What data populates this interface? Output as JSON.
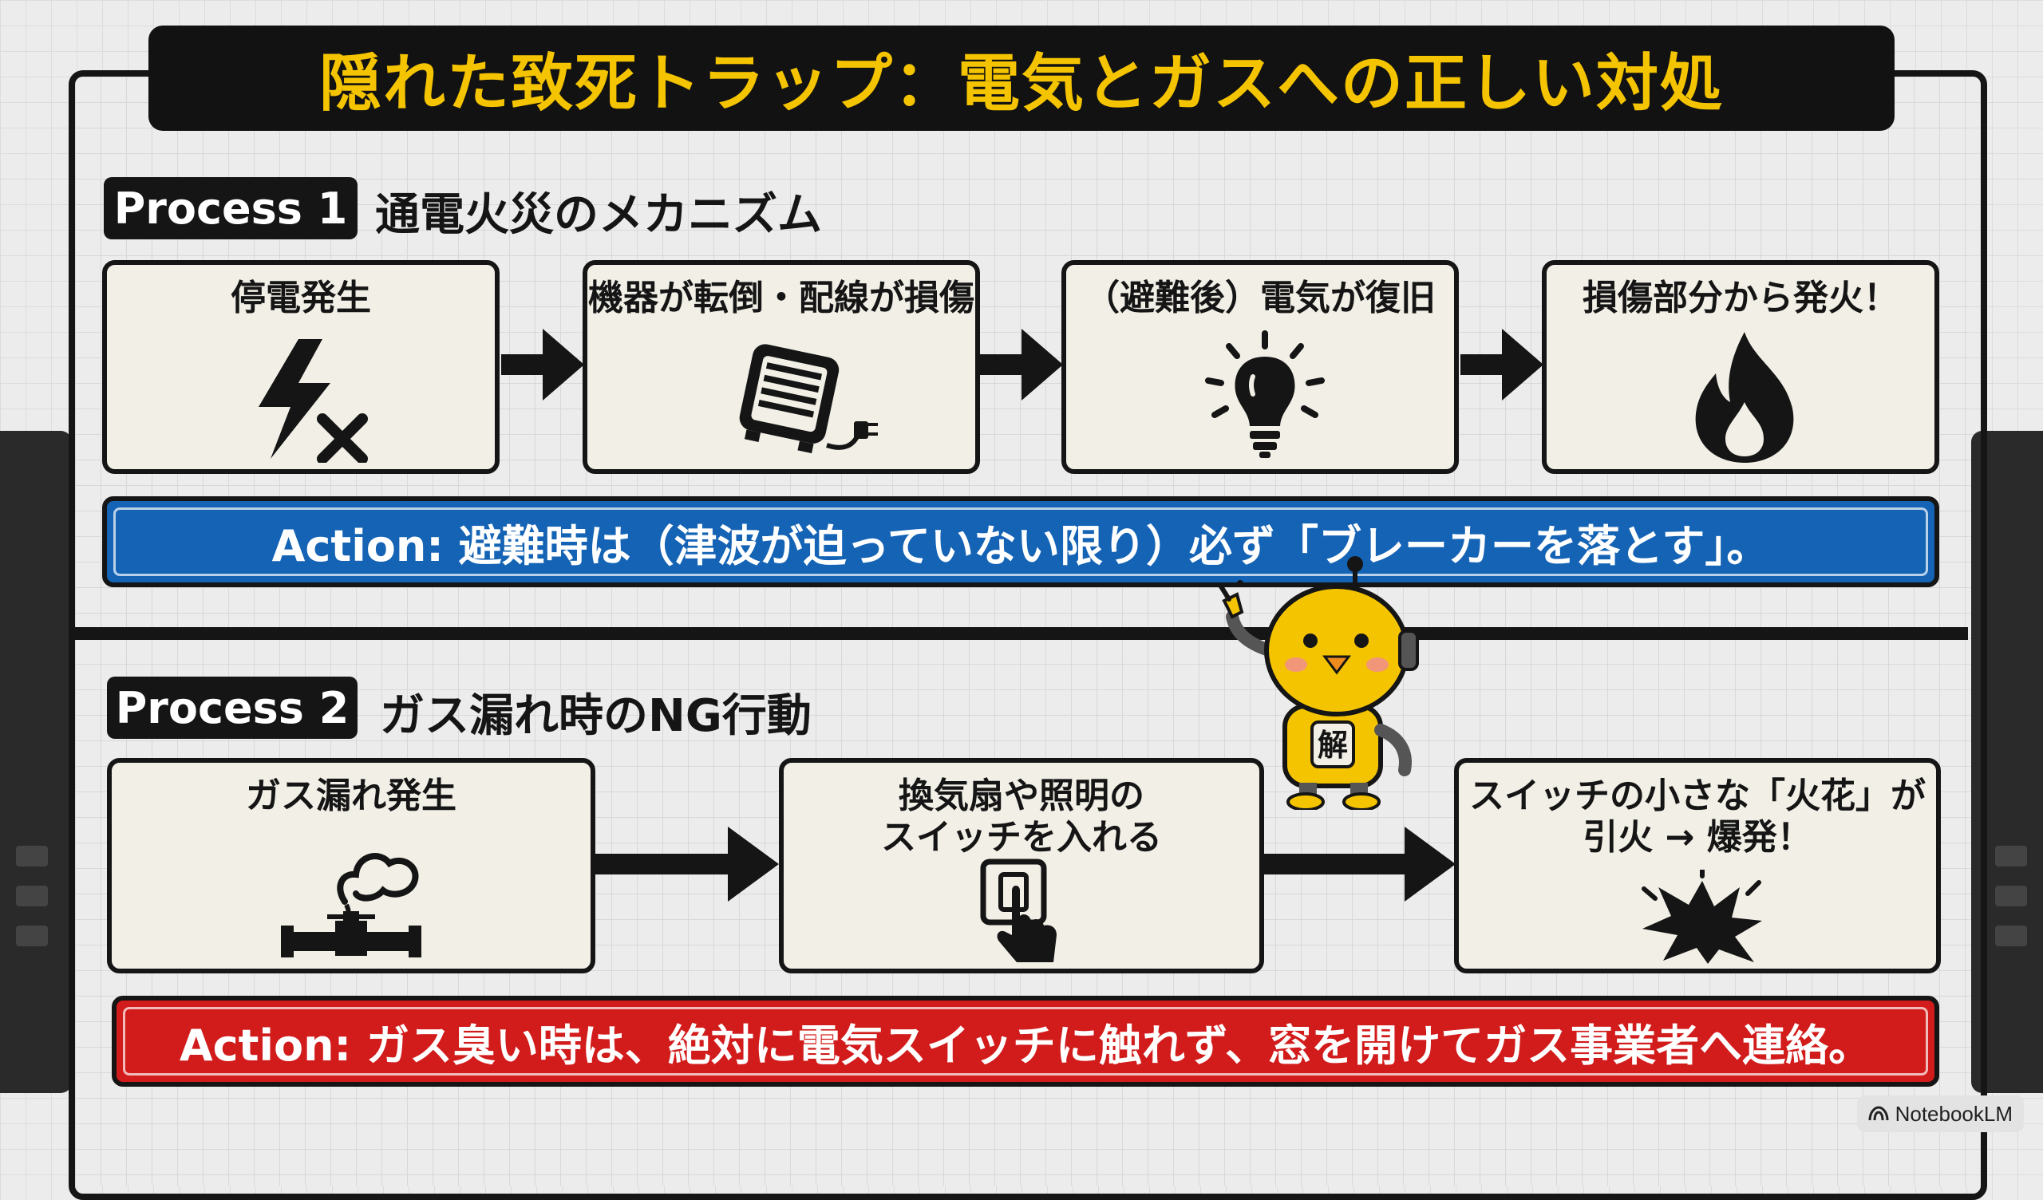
{
  "title": "隠れた致死トラップ：電気とガスへの正しい対処",
  "process1": {
    "tag": "Process 1",
    "heading": "通電火災のメカニズム",
    "steps": [
      {
        "label": "停電発生",
        "icon": "lightning-cross-icon"
      },
      {
        "label": "機器が転倒・配線が損傷",
        "icon": "heater-plug-icon"
      },
      {
        "label": "（避難後）電気が復旧",
        "icon": "light-bulb-icon"
      },
      {
        "label": "損傷部分から発火！",
        "icon": "fire-icon"
      }
    ],
    "action": "Action: 避難時は（津波が迫っていない限り）必ず「ブレーカーを落とす」。"
  },
  "process2": {
    "tag": "Process 2",
    "heading": "ガス漏れ時のNG行動",
    "steps": [
      {
        "label": "ガス漏れ発生",
        "icon": "gas-pipe-leak-icon"
      },
      {
        "label": "換気扇や照明の\nスイッチを入れる",
        "icon": "switch-press-icon"
      },
      {
        "label": "スイッチの小さな「火花」が\n引火 → 爆発！",
        "icon": "explosion-icon"
      }
    ],
    "action": "Action: ガス臭い時は、絶対に電気スイッチに触れず、窓を開けてガス事業者へ連絡。"
  },
  "mascot": {
    "badge": "解",
    "icon": "robot-chick-mascot"
  },
  "brand": "NotebookLM",
  "colors": {
    "title_yellow": "#f5c400",
    "action_blue": "#1463b5",
    "action_red": "#d21b1b",
    "ink": "#151515",
    "card": "#f1efe6"
  }
}
